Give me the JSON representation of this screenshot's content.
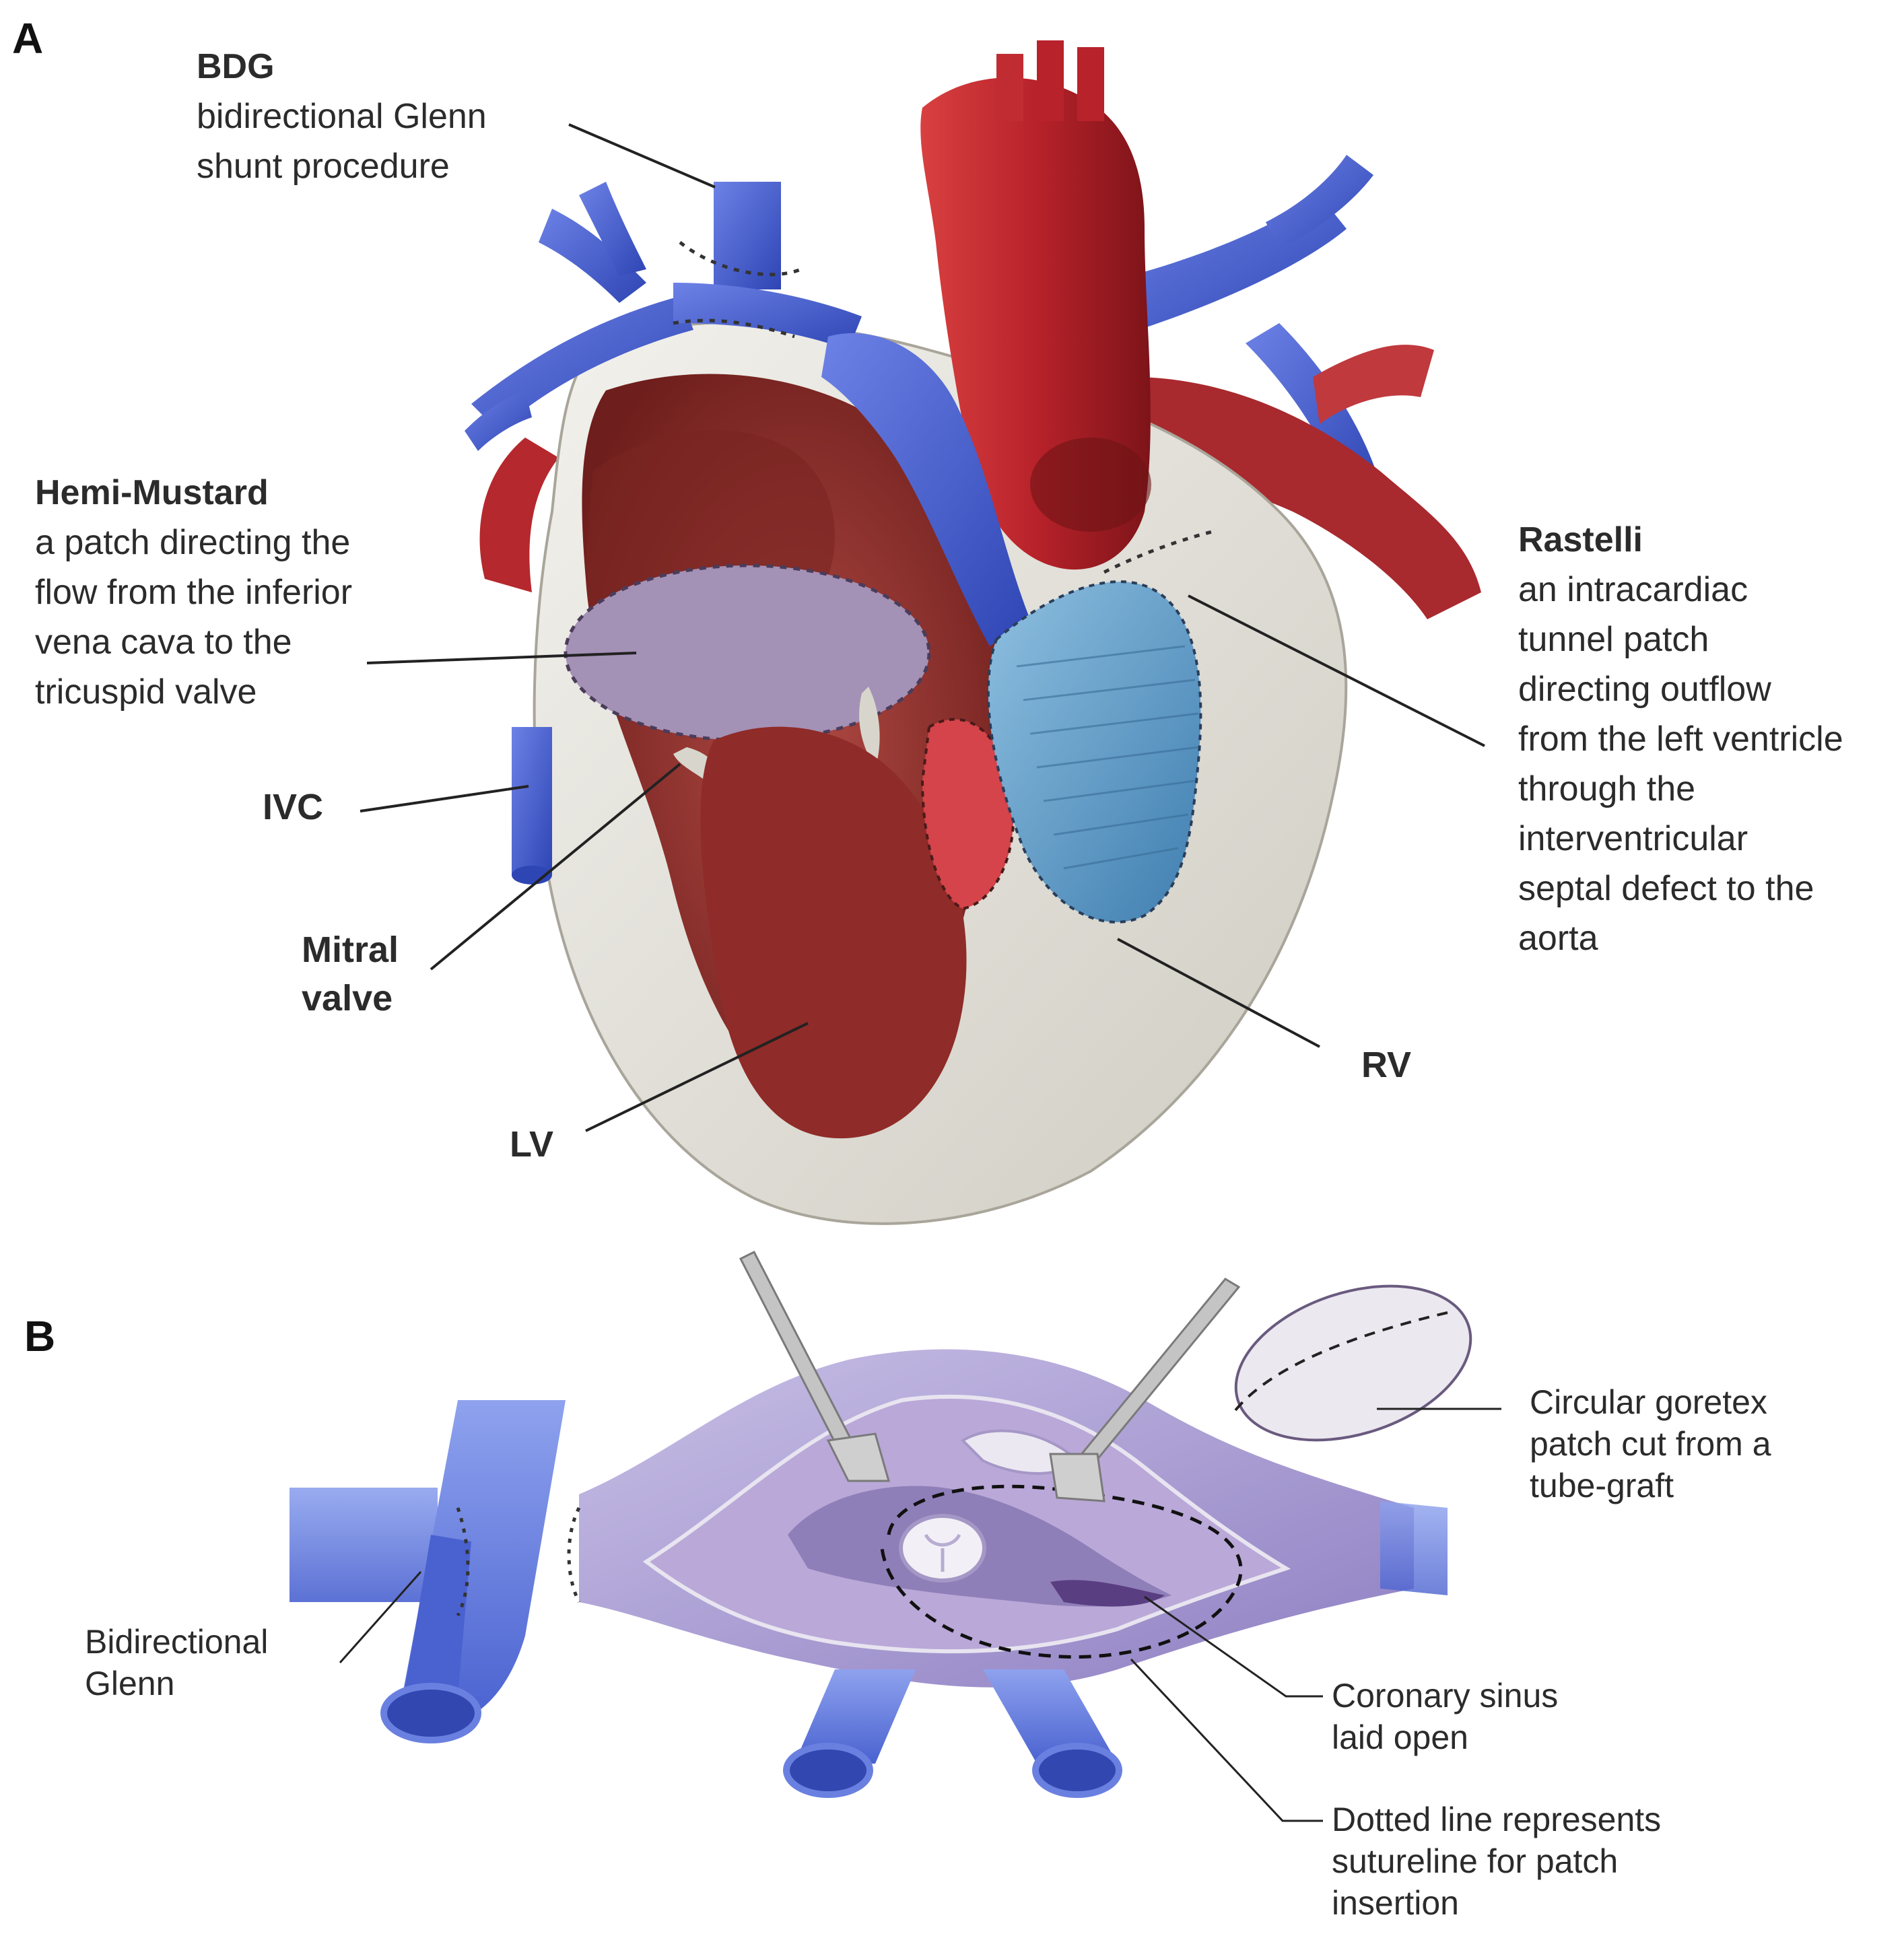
{
  "panel_a": {
    "label": "A",
    "bdg": {
      "title": "BDG",
      "desc": "bidirectional Glenn\nshunt procedure"
    },
    "hemi_mustard": {
      "title": "Hemi-Mustard",
      "desc": "a patch directing the\nflow from the inferior\nvena cava to the\ntricuspid valve"
    },
    "rastelli": {
      "title": "Rastelli",
      "desc": "an intracardiac\ntunnel patch\ndirecting outflow\nfrom the left ventricle\nthrough the\ninterventricular\nseptal defect to the\naorta"
    },
    "ivc": "IVC",
    "mitral_valve": "Mitral\nvalve",
    "lv": "LV",
    "rv": "RV"
  },
  "panel_b": {
    "label": "B",
    "bidirectional_glenn": "Bidirectional\nGlenn",
    "goretex_patch": "Circular goretex\npatch cut from a\ntube-graft",
    "coronary_sinus": "Coronary sinus\nlaid open",
    "dotted_line": "Dotted line represents\nsutureline for patch\ninsertion"
  },
  "colors": {
    "vein_blue": "#4a62d0",
    "artery_red": "#b8222a",
    "muscle_red": "#8e2c2a",
    "patch_purple": "#9f8ab0",
    "graft_blue": "#6fa6cf",
    "heart_shell": "#e6e4dc",
    "atrium_lilac": "#a79bd0"
  }
}
